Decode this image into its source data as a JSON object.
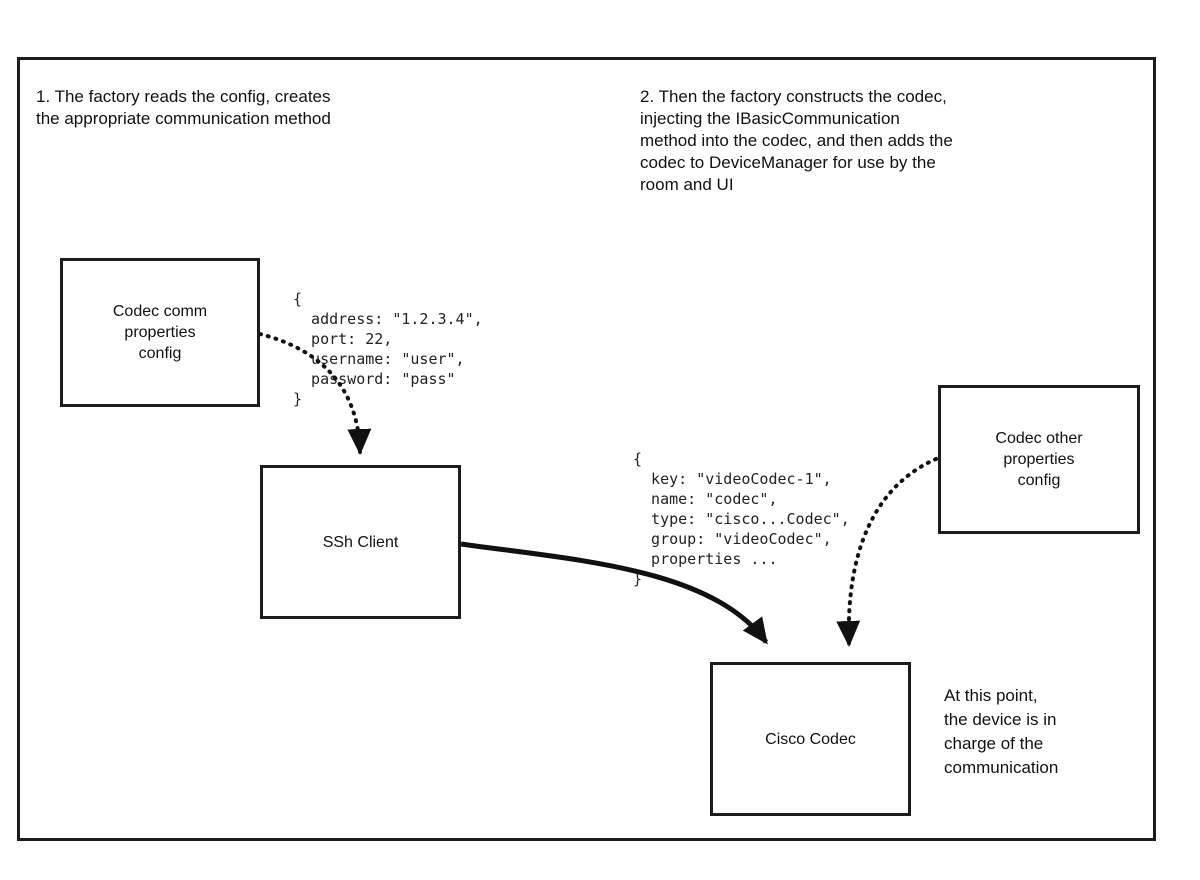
{
  "notes": {
    "step1": "1. The factory reads the config, creates\nthe appropriate communication method",
    "step2": "2. Then the factory constructs the codec,\ninjecting the IBasicCommunication\nmethod into the codec, and then adds the\ncodec to DeviceManager for use by the\nroom and UI",
    "endpoint": "At this point,\nthe device is in\ncharge of the\ncommunication"
  },
  "boxes": {
    "comm_config": "Codec comm\nproperties\nconfig",
    "ssh_client": "SSh Client",
    "other_config": "Codec other\nproperties\nconfig",
    "cisco_codec": "Cisco Codec"
  },
  "code_blocks": {
    "comm_properties": "{\n  address: \"1.2.3.4\",\n  port: 22,\n  username: \"user\",\n  password: \"pass\"\n}",
    "codec_properties": "{\n  key: \"videoCodec-1\",\n  name: \"codec\",\n  type: \"cisco...Codec\",\n  group: \"videoCodec\",\n  properties ...\n}"
  },
  "colors": {
    "ink": "#111111",
    "background": "#ffffff"
  }
}
